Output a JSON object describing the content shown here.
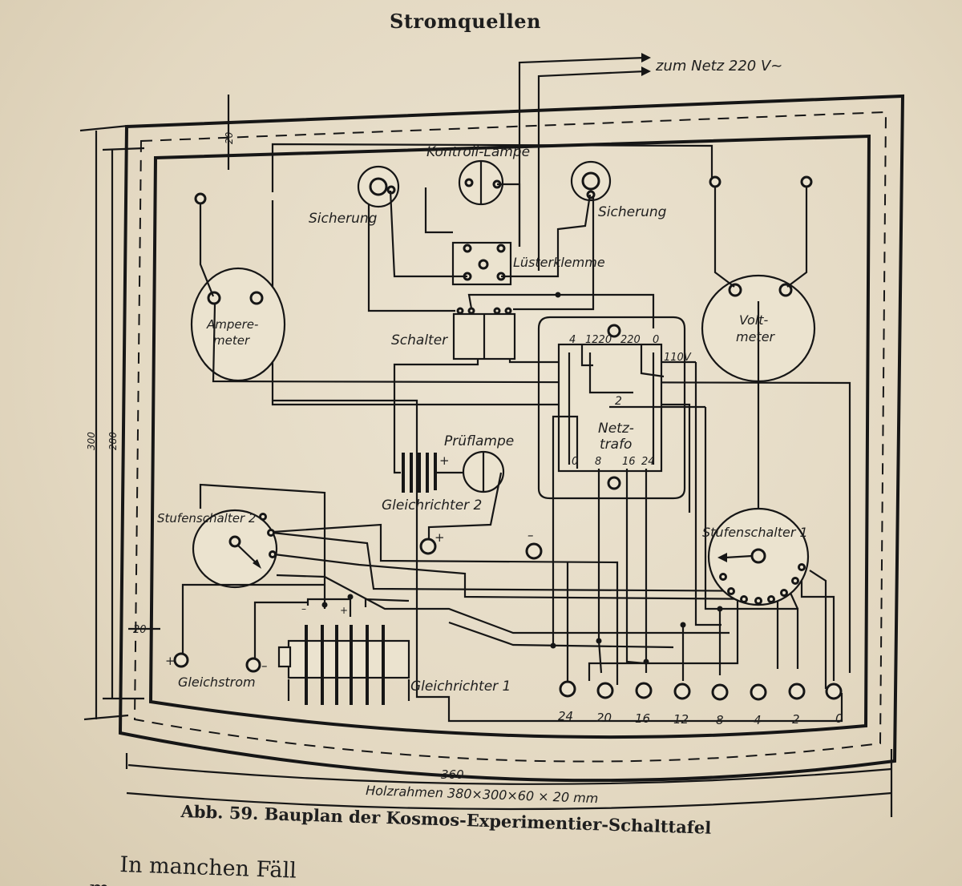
{
  "page": {
    "header": "Stromquellen",
    "caption": "Abb. 59. Bauplan der Kosmos-Experimentier-Schalttafel",
    "body_text": "In manchen Fäll",
    "body_text_2": "m"
  },
  "labels": {
    "mains": "zum Netz 220 V~",
    "control_lamp": "Kontroll-Lampe",
    "fuse_left": "Sicherung",
    "fuse_right": "Sicherung",
    "terminal_block": "Lüsterklemme",
    "ammeter_1": "Ampere-",
    "ammeter_2": "meter",
    "voltmeter_1": "Volt-",
    "voltmeter_2": "meter",
    "switch": "Schalter",
    "transformer_1": "Netz-",
    "transformer_2": "trafo",
    "test_lamp": "Prüflampe",
    "rectifier_2": "Gleichrichter 2",
    "step_switch_2": "Stufenschalter 2",
    "step_switch_1": "Stufenschalter 1",
    "dc_output": "Gleichstrom",
    "rectifier_1": "Gleichrichter 1",
    "frame": "Holzrahmen 380×300×60 × 20 mm"
  },
  "dimensions": {
    "width_360": "360",
    "height_300": "300",
    "height_280": "280",
    "margin_top": "20",
    "margin_left": "20"
  },
  "transformer_taps_top": [
    "4",
    "1220",
    "220",
    "0"
  ],
  "transformer_tap_110": "110V",
  "transformer_tap_2": "2",
  "transformer_taps_bottom": [
    "0",
    "8",
    "16",
    "24"
  ],
  "output_voltages": [
    "24",
    "20",
    "16",
    "12",
    "8",
    "4",
    "2",
    "0"
  ],
  "polarity": {
    "plus": "+",
    "minus": "–"
  }
}
